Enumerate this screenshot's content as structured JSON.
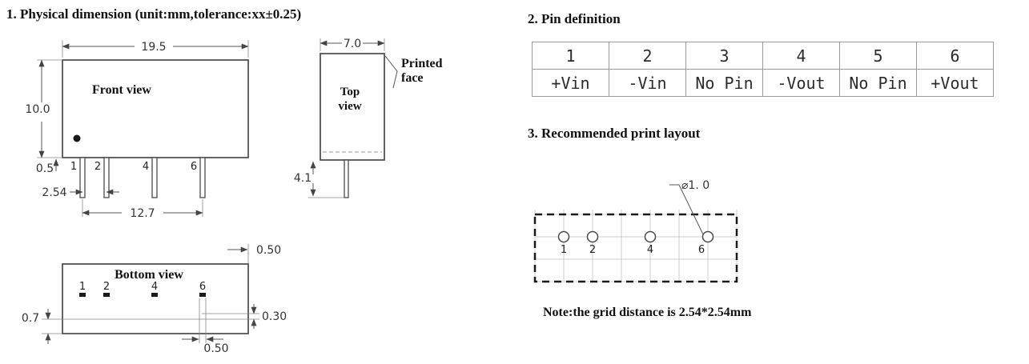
{
  "section1": {
    "title": "1. Physical dimension (unit:mm,tolerance:xx±0.25)",
    "front_view": {
      "label": "Front view",
      "dim_width": "19.5",
      "dim_height": "10.0",
      "dim_standoff": "0.5",
      "dim_pitch": "2.54",
      "dim_span": "12.7",
      "pin_labels": [
        "1",
        "2",
        "4",
        "6"
      ]
    },
    "top_view": {
      "label_lines": [
        "Top",
        "view"
      ],
      "dim_width": "7.0",
      "dim_pin": "4.1",
      "printed_face_lines": [
        "Printed",
        "face"
      ]
    },
    "bottom_view": {
      "label": "Bottom view",
      "pin_labels": [
        "1",
        "2",
        "4",
        "6"
      ],
      "dim_edge": "0.50",
      "dim_body": "0.7",
      "dim_pad_height": "0.30",
      "dim_pad_width": "0.50"
    }
  },
  "section2": {
    "title": "2. Pin definition",
    "table": {
      "headers": [
        "1",
        "2",
        "3",
        "4",
        "5",
        "6"
      ],
      "values": [
        "+Vin",
        "-Vin",
        "No Pin",
        "-Vout",
        "No Pin",
        "+Vout"
      ]
    }
  },
  "section3": {
    "title": "3. Recommended print layout",
    "hole_diameter": "⌀1. 0",
    "hole_labels": [
      "1",
      "2",
      "4",
      "6"
    ],
    "note": "Note:the grid distance is 2.54*2.54mm"
  }
}
